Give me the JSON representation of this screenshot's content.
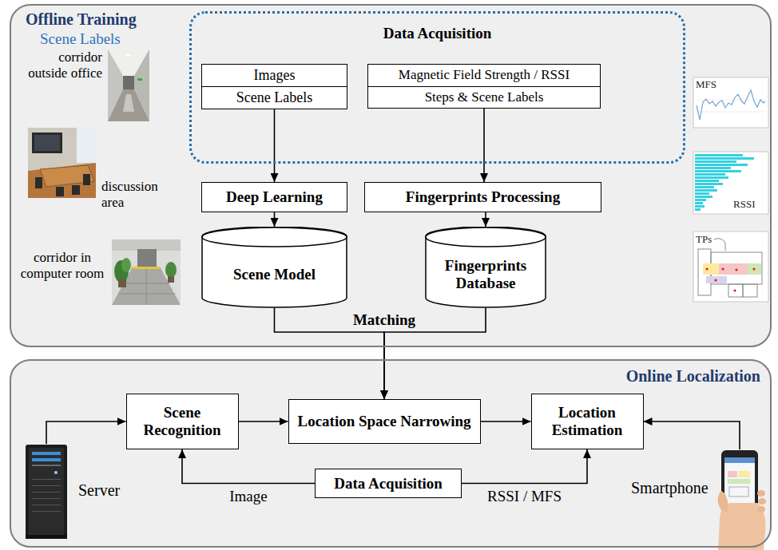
{
  "diagram": {
    "nodes": [
      {
        "text": [
          "Offline Training"
        ]
      },
      {
        "text": [
          "Data Acquisition"
        ],
        "in": 0
      },
      {
        "text": [
          "Images",
          "Scene Labels"
        ],
        "in": 1
      },
      {
        "text": [
          "Magnetic Field Strength / RSSI",
          "Steps & Scene Labels"
        ],
        "in": 1
      },
      {
        "text": [
          "Deep Learning"
        ],
        "in": 0
      },
      {
        "text": [
          "Fingerprints Processing"
        ],
        "in": 0
      },
      {
        "text": [
          "Scene Model"
        ],
        "in": 0
      },
      {
        "text": [
          "Fingerprints Database"
        ],
        "in": 0
      },
      {
        "text": [
          "Online Localization"
        ]
      },
      {
        "text": [
          "Scene Recognition"
        ],
        "in": 8
      },
      {
        "text": [
          "Location Space Narrowing"
        ],
        "in": 8
      },
      {
        "text": [
          "Location Estimation"
        ],
        "in": 8
      },
      {
        "text": [
          "Data Acquisition"
        ],
        "in": 8
      }
    ],
    "edges": [
      {
        "from": 2,
        "to": 4,
        "arrow": "to"
      },
      {
        "from": 3,
        "to": 5,
        "arrow": "to"
      },
      {
        "from": 4,
        "to": 6,
        "arrow": "to"
      },
      {
        "from": 5,
        "to": 7,
        "arrow": "to"
      },
      {
        "from": 6,
        "to": 10,
        "arrow": "to",
        "label": "Matching"
      },
      {
        "from": 7,
        "to": 10,
        "arrow": "to"
      },
      {
        "from": 9,
        "to": 10,
        "arrow": "to"
      },
      {
        "from": 10,
        "to": 11,
        "arrow": "to"
      },
      {
        "from": 12,
        "to": 9,
        "arrow": "to",
        "label": "Image"
      },
      {
        "from": 12,
        "to": 11,
        "arrow": "to",
        "label": "RSSI / MFS"
      }
    ],
    "labels": [
      "Scene Labels",
      "corridor outside office",
      "discussion area",
      "corridor in computer room",
      "MFS",
      "RSSI",
      "TPs",
      "Server",
      "Smartphone"
    ]
  }
}
